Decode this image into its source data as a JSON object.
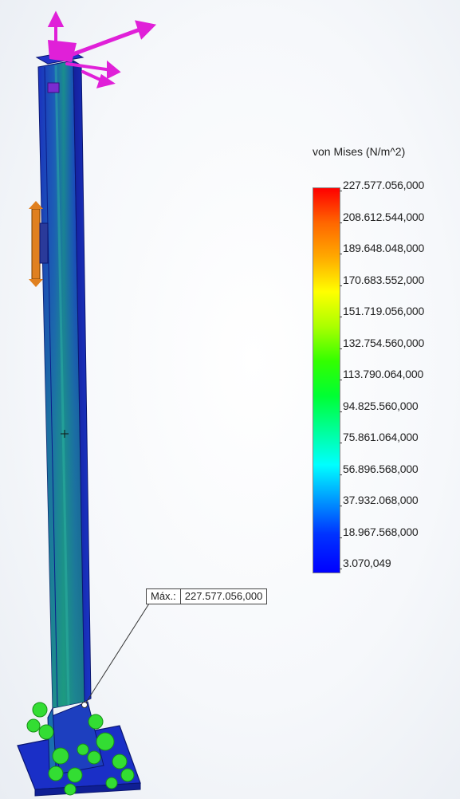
{
  "legend": {
    "title": "von Mises (N/m^2)",
    "labels": [
      "227.577.056,000",
      "208.612.544,000",
      "189.648.048,000",
      "170.683.552,000",
      "151.719.056,000",
      "132.754.560,000",
      "113.790.064,000",
      "94.825.560,000",
      "75.861.064,000",
      "56.896.568,000",
      "37.932.068,000",
      "18.967.568,000",
      "3.070,049"
    ],
    "colors": [
      "#ff0000",
      "#ff6600",
      "#ffaa00",
      "#ffff00",
      "#aaff00",
      "#33ff00",
      "#00ff33",
      "#00ff99",
      "#00ffff",
      "#0099ff",
      "#0033ff",
      "#0000ff"
    ]
  },
  "max_callout": {
    "label": "Máx.:",
    "value": "227.577.056,000"
  },
  "model": {
    "color_low": "#1a2fc7",
    "color_mid": "#1ea88a",
    "load_arrow_color": "#e020d8",
    "fixture_color": "#33dd33",
    "connector_color": "#e08020"
  }
}
